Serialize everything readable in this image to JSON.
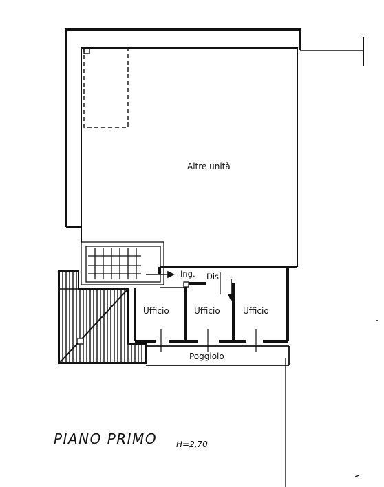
{
  "rooms": {
    "altre_unita": "Altre unità",
    "ingresso": "Ing.",
    "disimpegno": "Dis.",
    "ufficio_1": "Ufficio",
    "ufficio_2": "Ufficio",
    "ufficio_3": "Ufficio",
    "poggiolo": "Poggiolo"
  },
  "floor": {
    "title": "PIANO PRIMO",
    "height": "H=2,70"
  },
  "colors": {
    "ink": "#111111",
    "paper": "#ffffff"
  }
}
